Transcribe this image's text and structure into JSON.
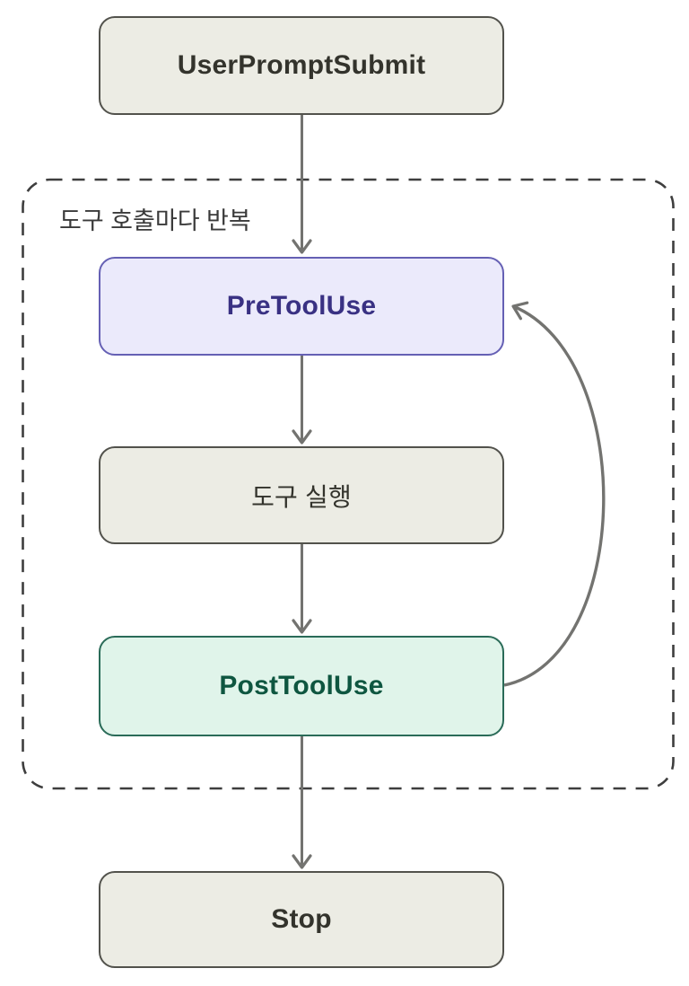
{
  "diagram": {
    "type": "flowchart",
    "direction": "top-down",
    "background_color": "#ffffff",
    "arrow_color": "#737370",
    "nodes": {
      "user_prompt_submit": {
        "label": "UserPromptSubmit",
        "fill": "#ECECE4",
        "border_color": "#52524C",
        "text_color": "#33332C"
      },
      "pre_tool_use": {
        "label": "PreToolUse",
        "fill": "#EBEAFB",
        "border_color": "#6560B4",
        "text_color": "#393183"
      },
      "tool_execution": {
        "label": "도구 실행",
        "fill": "#ECECE4",
        "border_color": "#52524C",
        "text_color": "#33332C"
      },
      "post_tool_use": {
        "label": "PostToolUse",
        "fill": "#E0F4EA",
        "border_color": "#2A6B58",
        "text_color": "#0E5640"
      },
      "stop": {
        "label": "Stop",
        "fill": "#ECECE4",
        "border_color": "#52524C",
        "text_color": "#33332C"
      }
    },
    "loop_group": {
      "label": "도구 호출마다 반복",
      "border_color": "#3E3E3E",
      "text_color": "#3A3A3A"
    },
    "edges": [
      {
        "from": "user_prompt_submit",
        "to": "pre_tool_use",
        "style": "straight-down"
      },
      {
        "from": "pre_tool_use",
        "to": "tool_execution",
        "style": "straight-down"
      },
      {
        "from": "tool_execution",
        "to": "post_tool_use",
        "style": "straight-down"
      },
      {
        "from": "post_tool_use",
        "to": "pre_tool_use",
        "style": "curved-loop-back"
      },
      {
        "from": "post_tool_use",
        "to": "stop",
        "style": "straight-down"
      }
    ]
  }
}
